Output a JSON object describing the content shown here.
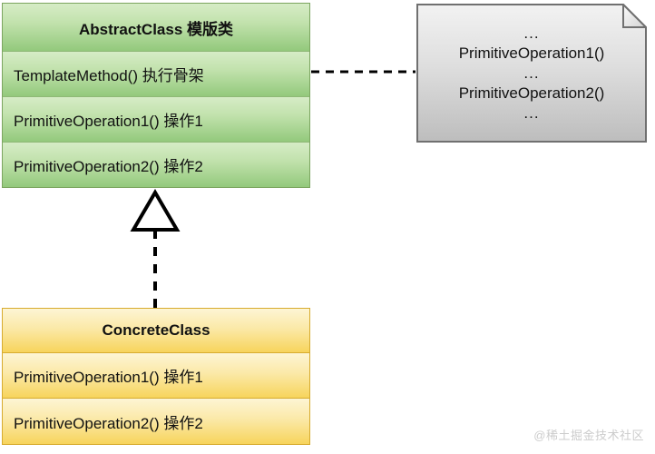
{
  "diagram": {
    "title": "Template Method Pattern UML",
    "colors": {
      "abstract_fill_top": "#d6ecc6",
      "abstract_fill_bottom": "#93c97c",
      "abstract_border": "#7ba55f",
      "concrete_fill_top": "#fdf5d4",
      "concrete_fill_bottom": "#f7d45c",
      "concrete_border": "#d7ab2e",
      "note_fill_top": "#f0f0f0",
      "note_fill_bottom": "#bfbfbf",
      "note_border": "#6e6e6e",
      "connector": "#000000",
      "watermark": "#cccccc"
    }
  },
  "abstract_class": {
    "name": "AbstractClass 模版类",
    "members": [
      "TemplateMethod() 执行骨架",
      "PrimitiveOperation1()  操作1",
      "PrimitiveOperation2()  操作2"
    ]
  },
  "concrete_class": {
    "name": "ConcreteClass",
    "members": [
      "PrimitiveOperation1()  操作1",
      "PrimitiveOperation2()  操作2"
    ]
  },
  "note": {
    "lines": [
      "...",
      "PrimitiveOperation1()",
      "...",
      "PrimitiveOperation2()",
      "..."
    ]
  },
  "connectors": {
    "generalization": {
      "type": "generalization-dashed-hollow-triangle",
      "label": ""
    },
    "note_link": {
      "type": "dashed-line",
      "label": ""
    }
  },
  "watermark": {
    "text": "@稀土掘金技术社区"
  }
}
